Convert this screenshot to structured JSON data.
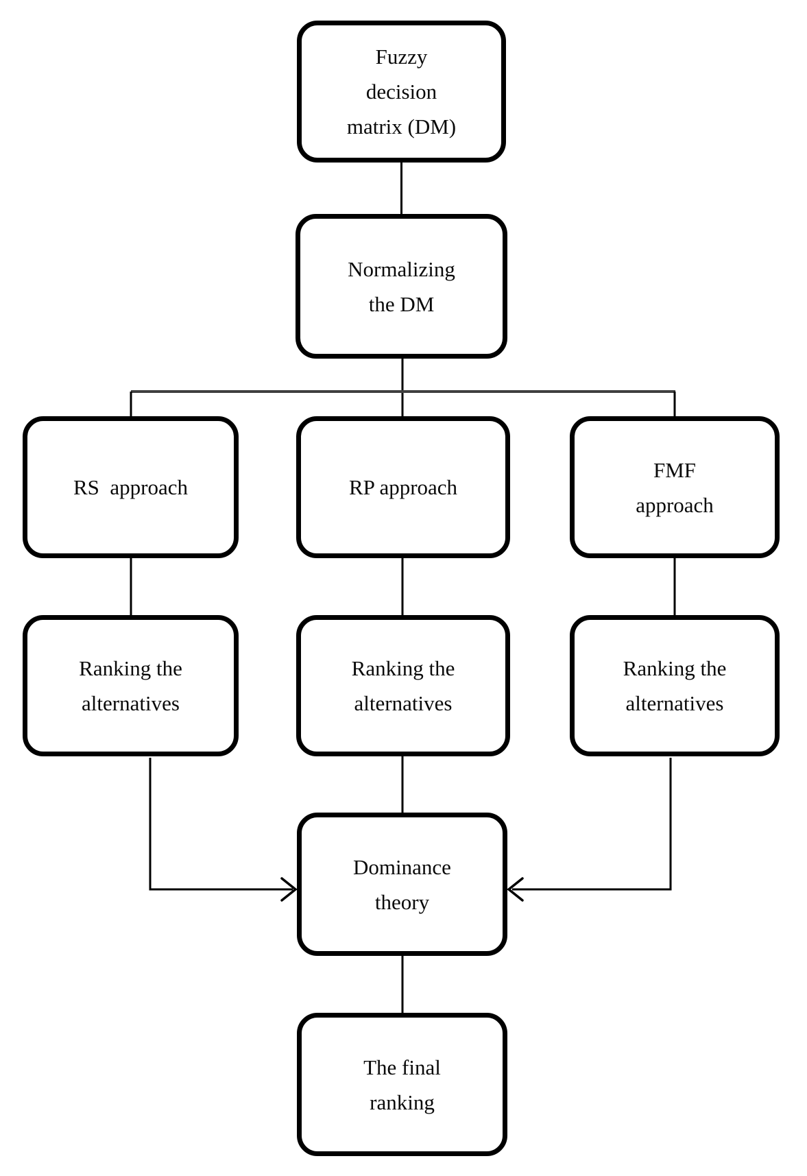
{
  "diagram": {
    "type": "flowchart",
    "nodes": {
      "fuzzy_decision_matrix": {
        "label": "Fuzzy\ndecision\nmatrix (DM)"
      },
      "normalizing_dm": {
        "label": "Normalizing\nthe DM"
      },
      "rs_approach": {
        "label": "RS  approach"
      },
      "rp_approach": {
        "label": "RP approach"
      },
      "fmf_approach": {
        "label": "FMF\napproach"
      },
      "ranking_rs": {
        "label": "Ranking the\nalternatives"
      },
      "ranking_rp": {
        "label": "Ranking the\nalternatives"
      },
      "ranking_fmf": {
        "label": "Ranking the\nalternatives"
      },
      "dominance_theory": {
        "label": "Dominance\ntheory"
      },
      "final_ranking": {
        "label": "The final\nranking"
      }
    },
    "edges": [
      {
        "from": "fuzzy_decision_matrix",
        "to": "normalizing_dm",
        "arrow": false
      },
      {
        "from": "normalizing_dm",
        "to": "rs_approach",
        "arrow": false
      },
      {
        "from": "normalizing_dm",
        "to": "rp_approach",
        "arrow": false
      },
      {
        "from": "normalizing_dm",
        "to": "fmf_approach",
        "arrow": false
      },
      {
        "from": "rs_approach",
        "to": "ranking_rs",
        "arrow": false
      },
      {
        "from": "rp_approach",
        "to": "ranking_rp",
        "arrow": false
      },
      {
        "from": "fmf_approach",
        "to": "ranking_fmf",
        "arrow": false
      },
      {
        "from": "ranking_rs",
        "to": "dominance_theory",
        "arrow": true
      },
      {
        "from": "ranking_rp",
        "to": "dominance_theory",
        "arrow": false
      },
      {
        "from": "ranking_fmf",
        "to": "dominance_theory",
        "arrow": true
      },
      {
        "from": "dominance_theory",
        "to": "final_ranking",
        "arrow": false
      }
    ],
    "colors": {
      "background": "#ffffff",
      "box_border": "#000000",
      "text": "#0a0a0a",
      "connector": "#000000",
      "branch_line": "#3f3f3f"
    }
  }
}
